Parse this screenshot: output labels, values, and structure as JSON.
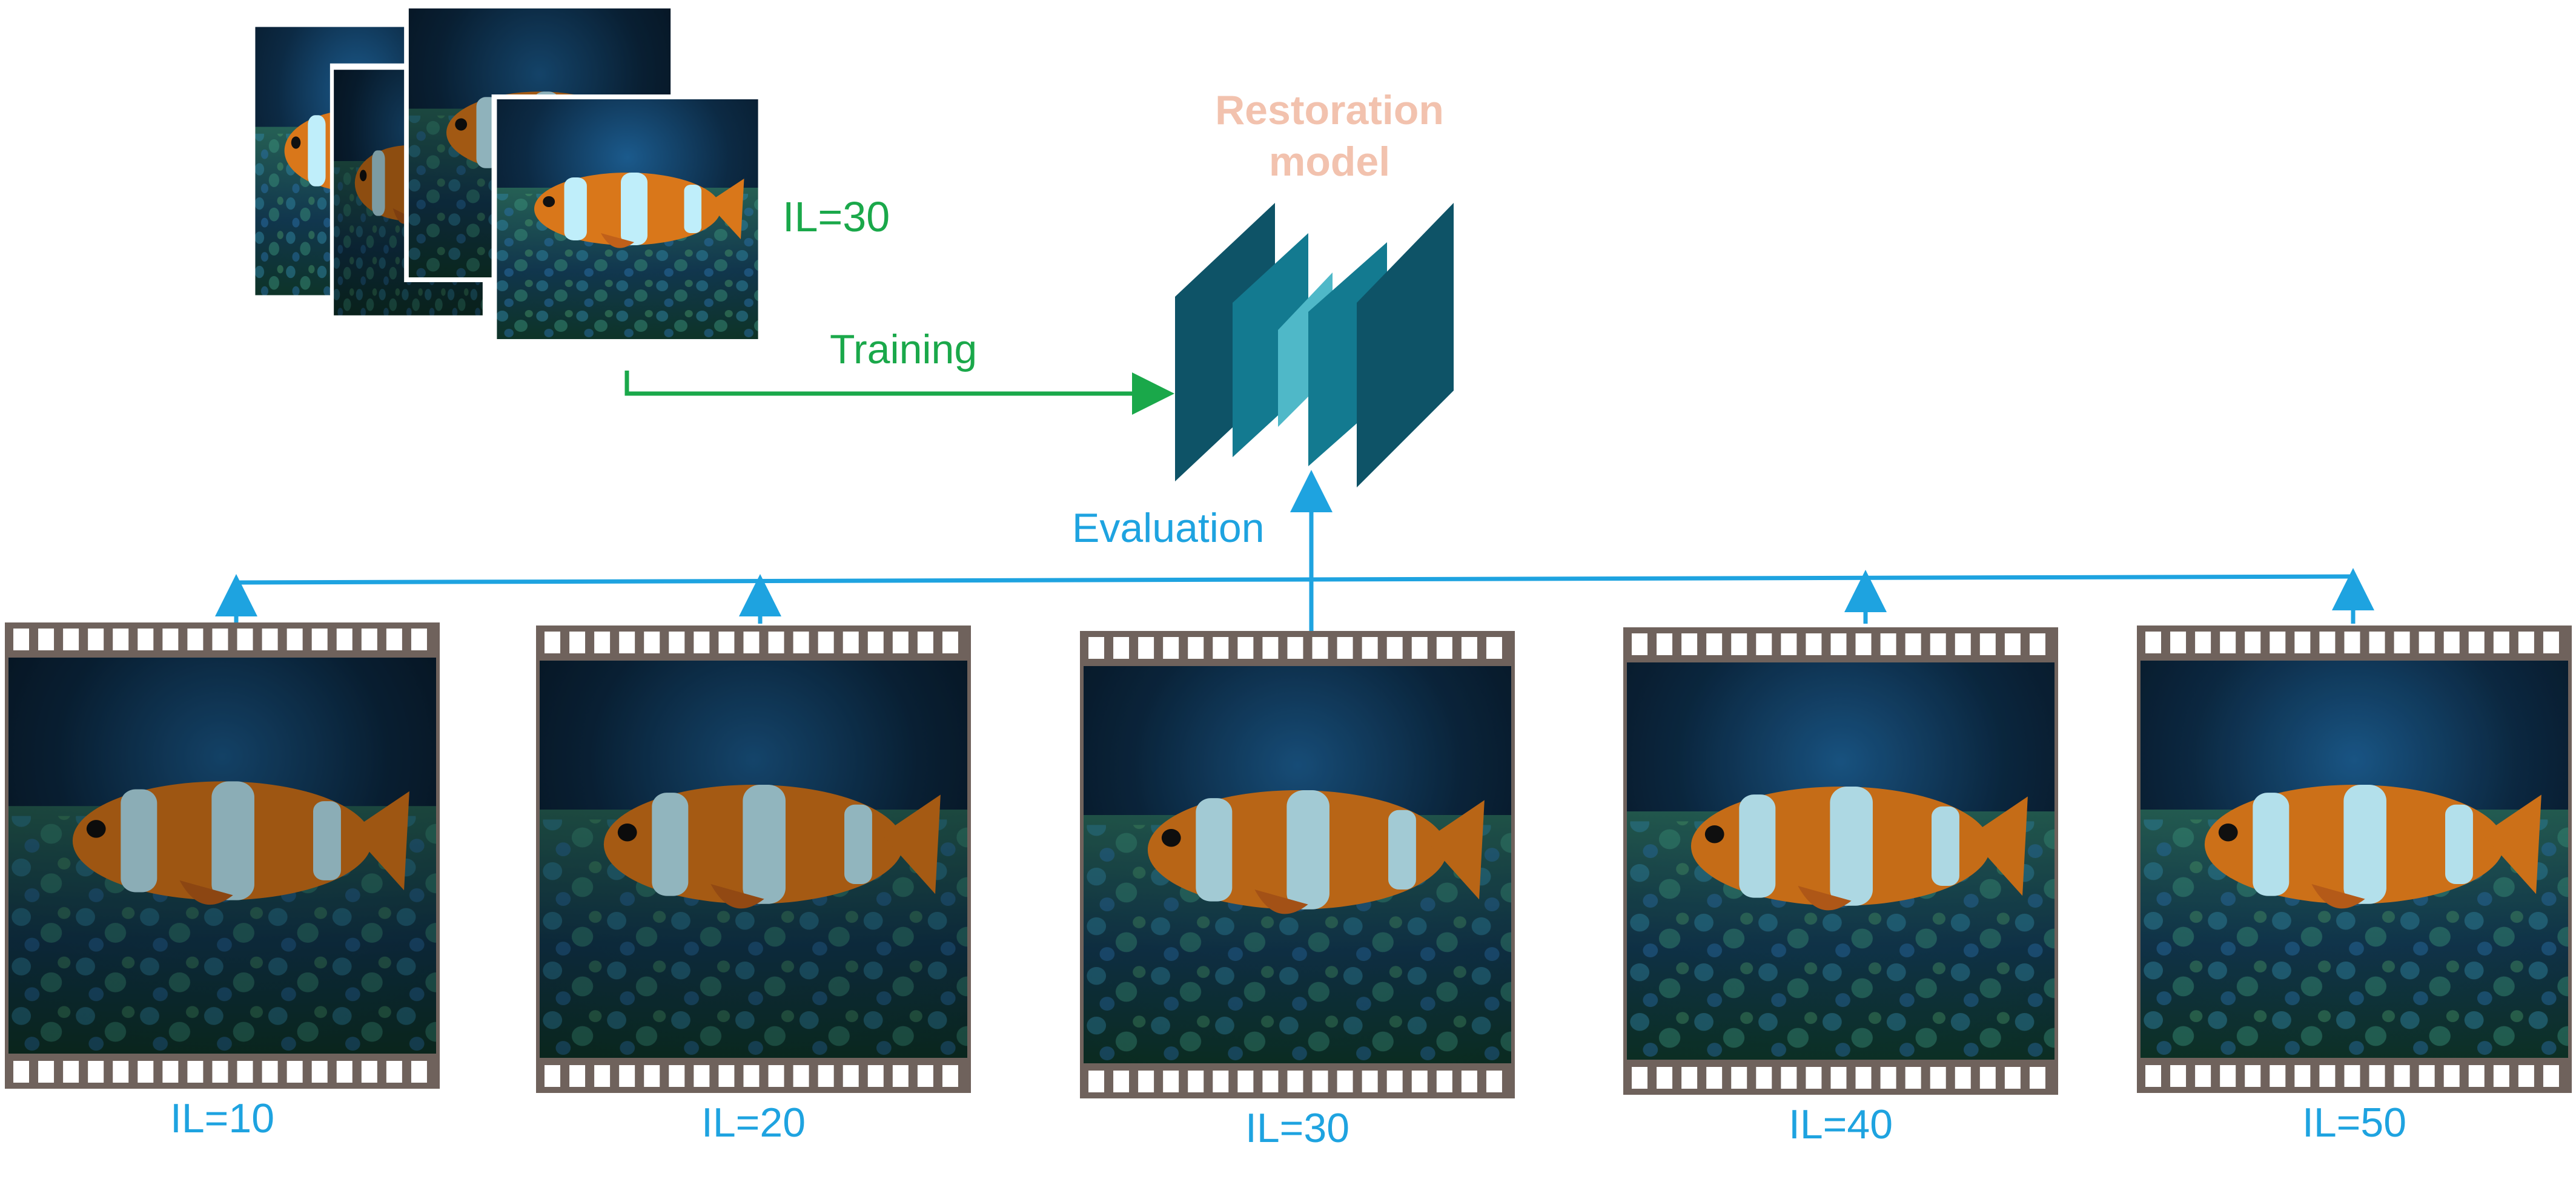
{
  "model": {
    "title_line1": "Restoration",
    "title_line2": "model"
  },
  "training": {
    "stack_label": "IL=30",
    "arrow_label": "Training"
  },
  "evaluation": {
    "arrow_label": "Evaluation"
  },
  "film_frames": [
    {
      "label": "IL=10",
      "brightness": 0.55
    },
    {
      "label": "IL=20",
      "brightness": 0.6
    },
    {
      "label": "IL=30",
      "brightness": 0.75
    },
    {
      "label": "IL=40",
      "brightness": 0.85
    },
    {
      "label": "IL=50",
      "brightness": 0.9
    }
  ],
  "colors": {
    "training": "#1aa84a",
    "evaluation": "#1ea3e0",
    "model_title": "#f2c2ae",
    "model_dark": "#0e5367",
    "model_mid": "#137a90",
    "model_light": "#4fb8c8",
    "film_border": "#6f625c",
    "film_hole": "#ffffff",
    "fish_orange": "#d9771a",
    "fish_white": "#bfeefa",
    "water": "#0c2238"
  },
  "icons": {
    "photo": "clownfish-photo-icon",
    "network": "neural-network-layers-icon"
  }
}
